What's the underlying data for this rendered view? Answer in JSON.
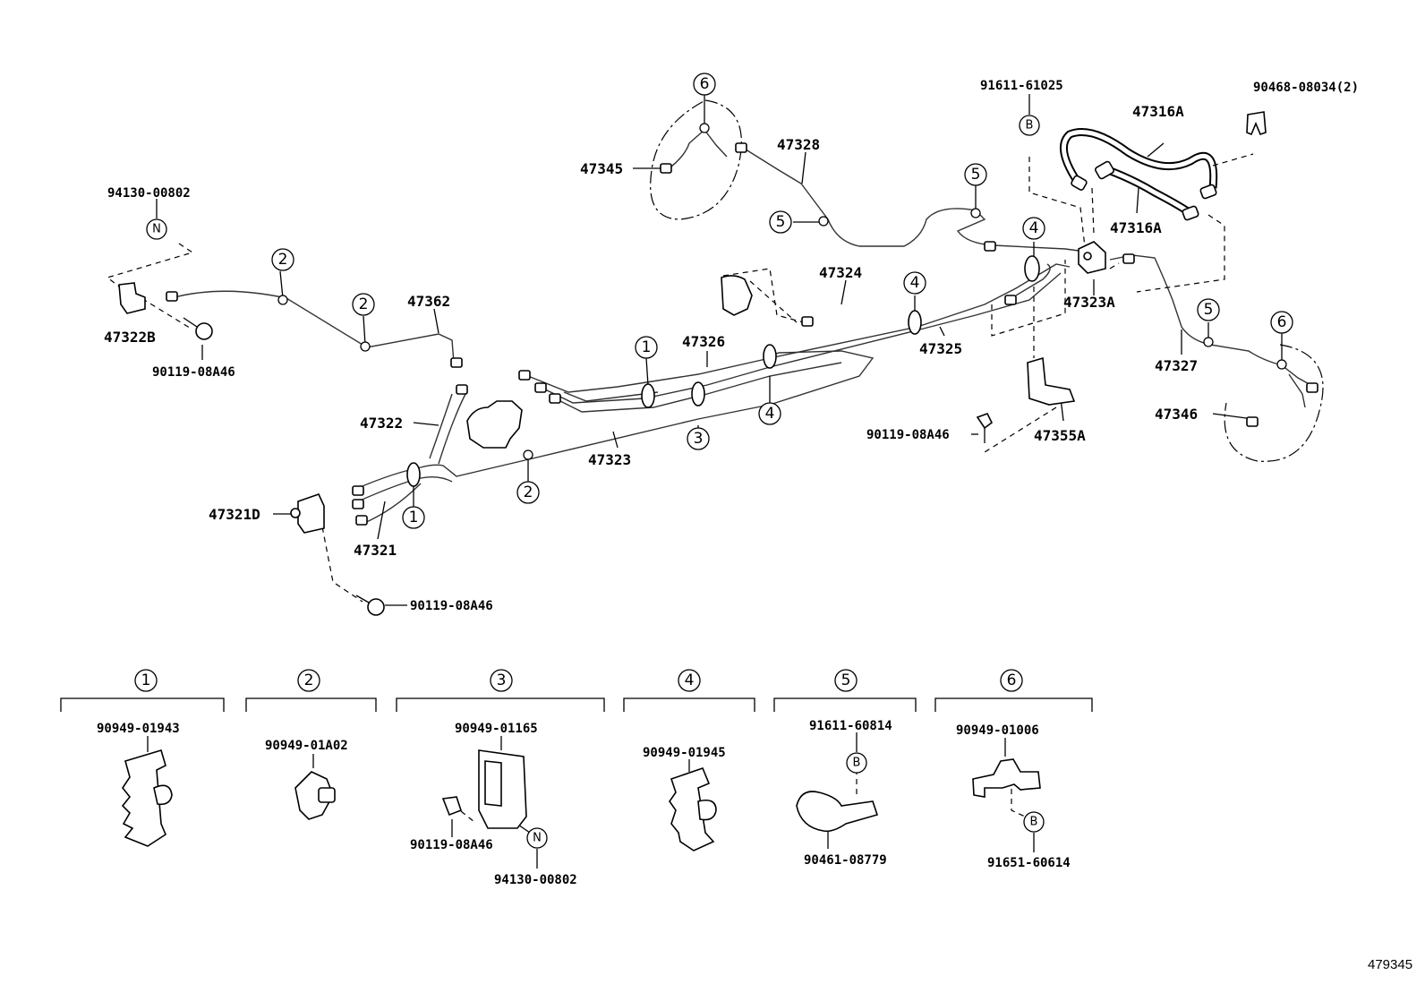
{
  "diagram_ref": "479345",
  "callouts": {
    "c1": "1",
    "c2": "2",
    "c3": "3",
    "c4": "4",
    "c5": "5",
    "c6": "6",
    "b": "B",
    "n": "N"
  },
  "parts": {
    "p94130_00802_top": "94130-00802",
    "p47322B": "47322B",
    "p90119_08A46_a": "90119-08A46",
    "p47362": "47362",
    "p47322": "47322",
    "p47321D": "47321D",
    "p47321": "47321",
    "p90119_08A46_b": "90119-08A46",
    "p47345": "47345",
    "p47328": "47328",
    "p47324": "47324",
    "p47326": "47326",
    "p47323": "47323",
    "p47325": "47325",
    "p91611_61025": "91611-61025",
    "p47316A_top": "47316A",
    "p90468_08034": "90468-08034(2)",
    "p47316A_mid": "47316A",
    "p47323A": "47323A",
    "p47327": "47327",
    "p47346": "47346",
    "p90119_08A46_c": "90119-08A46",
    "p47355A": "47355A"
  },
  "legend": [
    {
      "num": "1",
      "parts": [
        "90949-01943"
      ]
    },
    {
      "num": "2",
      "parts": [
        "90949-01A02"
      ]
    },
    {
      "num": "3",
      "parts": [
        "90949-01165",
        "90119-08A46",
        "94130-00802"
      ]
    },
    {
      "num": "4",
      "parts": [
        "90949-01945"
      ]
    },
    {
      "num": "5",
      "parts": [
        "91611-60814",
        "90461-08779"
      ]
    },
    {
      "num": "6",
      "parts": [
        "90949-01006",
        "91651-60614"
      ]
    }
  ]
}
